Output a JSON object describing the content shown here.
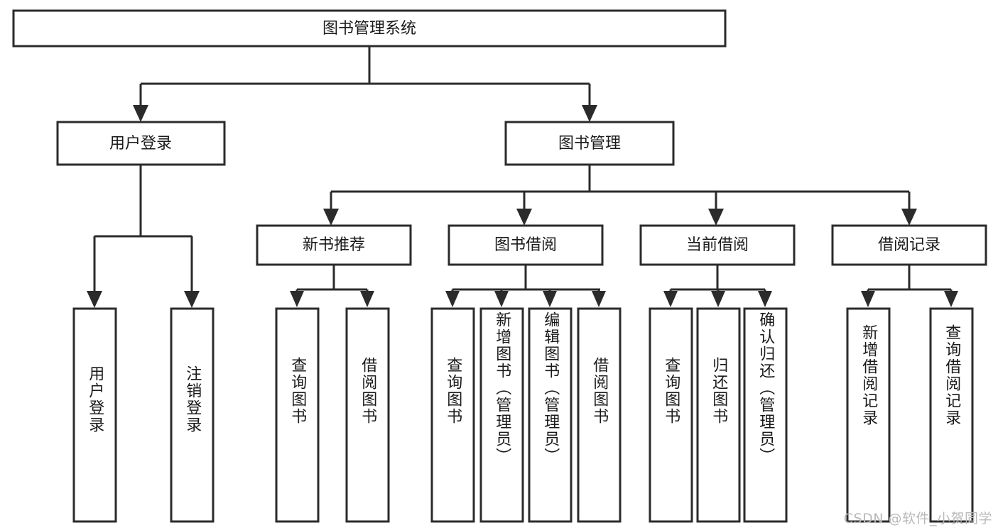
{
  "diagram": {
    "title": "图书管理系统",
    "type": "hierarchy-tree",
    "levels": 4,
    "root": {
      "label": "图书管理系统",
      "orientation": "horizontal"
    },
    "level2": [
      {
        "label": "用户登录",
        "orientation": "horizontal"
      },
      {
        "label": "图书管理",
        "orientation": "horizontal"
      }
    ],
    "level3": [
      {
        "label": "新书推荐",
        "orientation": "horizontal",
        "parent": "图书管理"
      },
      {
        "label": "图书借阅",
        "orientation": "horizontal",
        "parent": "图书管理"
      },
      {
        "label": "当前借阅",
        "orientation": "horizontal",
        "parent": "图书管理"
      },
      {
        "label": "借阅记录",
        "orientation": "horizontal",
        "parent": "图书管理"
      }
    ],
    "leaves": {
      "user_login": [
        {
          "label": "用户登录",
          "orientation": "vertical"
        },
        {
          "label": "注销登录",
          "orientation": "vertical"
        }
      ],
      "new_book_recommend": [
        {
          "label": "查询图书",
          "orientation": "vertical"
        },
        {
          "label": "借阅图书",
          "orientation": "vertical"
        }
      ],
      "book_borrow": [
        {
          "label": "查询图书",
          "orientation": "vertical"
        },
        {
          "label": "新增图书（管理员）",
          "orientation": "vertical"
        },
        {
          "label": "编辑图书（管理员）",
          "orientation": "vertical"
        },
        {
          "label": "借阅图书",
          "orientation": "vertical"
        }
      ],
      "current_borrow": [
        {
          "label": "查询图书",
          "orientation": "vertical"
        },
        {
          "label": "归还图书",
          "orientation": "vertical"
        },
        {
          "label": "确认归还（管理员）",
          "orientation": "vertical"
        }
      ],
      "borrow_record": [
        {
          "label": "新增借阅记录",
          "orientation": "vertical"
        },
        {
          "label": "查询借阅记录",
          "orientation": "vertical"
        }
      ]
    },
    "watermark": "CSDN @软件_小贺同学",
    "colors": {
      "stroke": "#2b2b2b",
      "node_fill": "#ffffff",
      "text": "#1a1a1a",
      "background": "#ffffff",
      "watermark": "#b9b9b9"
    }
  }
}
